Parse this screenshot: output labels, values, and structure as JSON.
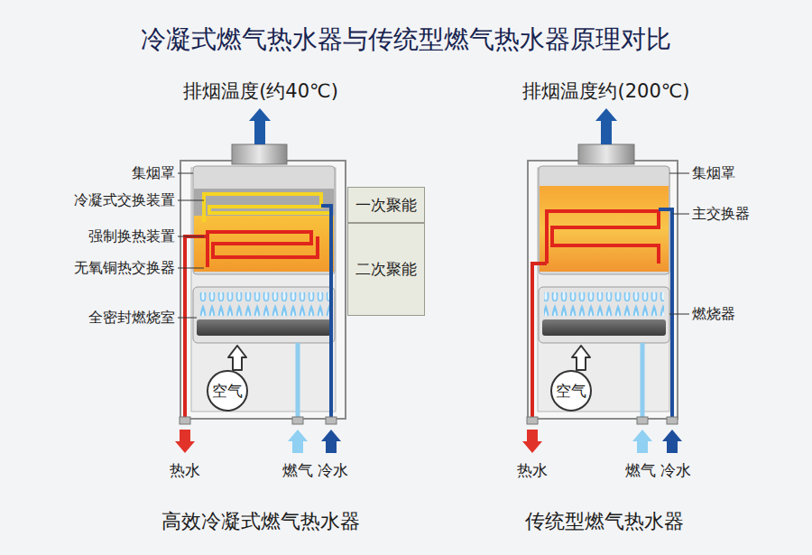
{
  "diagram": {
    "title": "冷凝式燃气热水器与传统型燃气热水器原理对比",
    "nodes": [
      {
        "text": [
          "一次聚能"
        ]
      },
      {
        "text": [
          "二次聚能"
        ]
      },
      {
        "text": [
          "空气"
        ]
      },
      {
        "text": [
          "空气"
        ]
      }
    ],
    "labels": [
      "排烟温度(约40℃)",
      "集烟罩",
      "冷凝式交换装置",
      "强制换热装置",
      "无氧铜热交换器",
      "全密封燃烧室",
      "热水",
      "燃气",
      "冷水",
      "高效冷凝式燃气热水器",
      "排烟温度约(200℃)",
      "集烟罩",
      "主交换器",
      "燃烧器",
      "热水",
      "燃气",
      "冷水",
      "传统型燃气热水器"
    ]
  }
}
